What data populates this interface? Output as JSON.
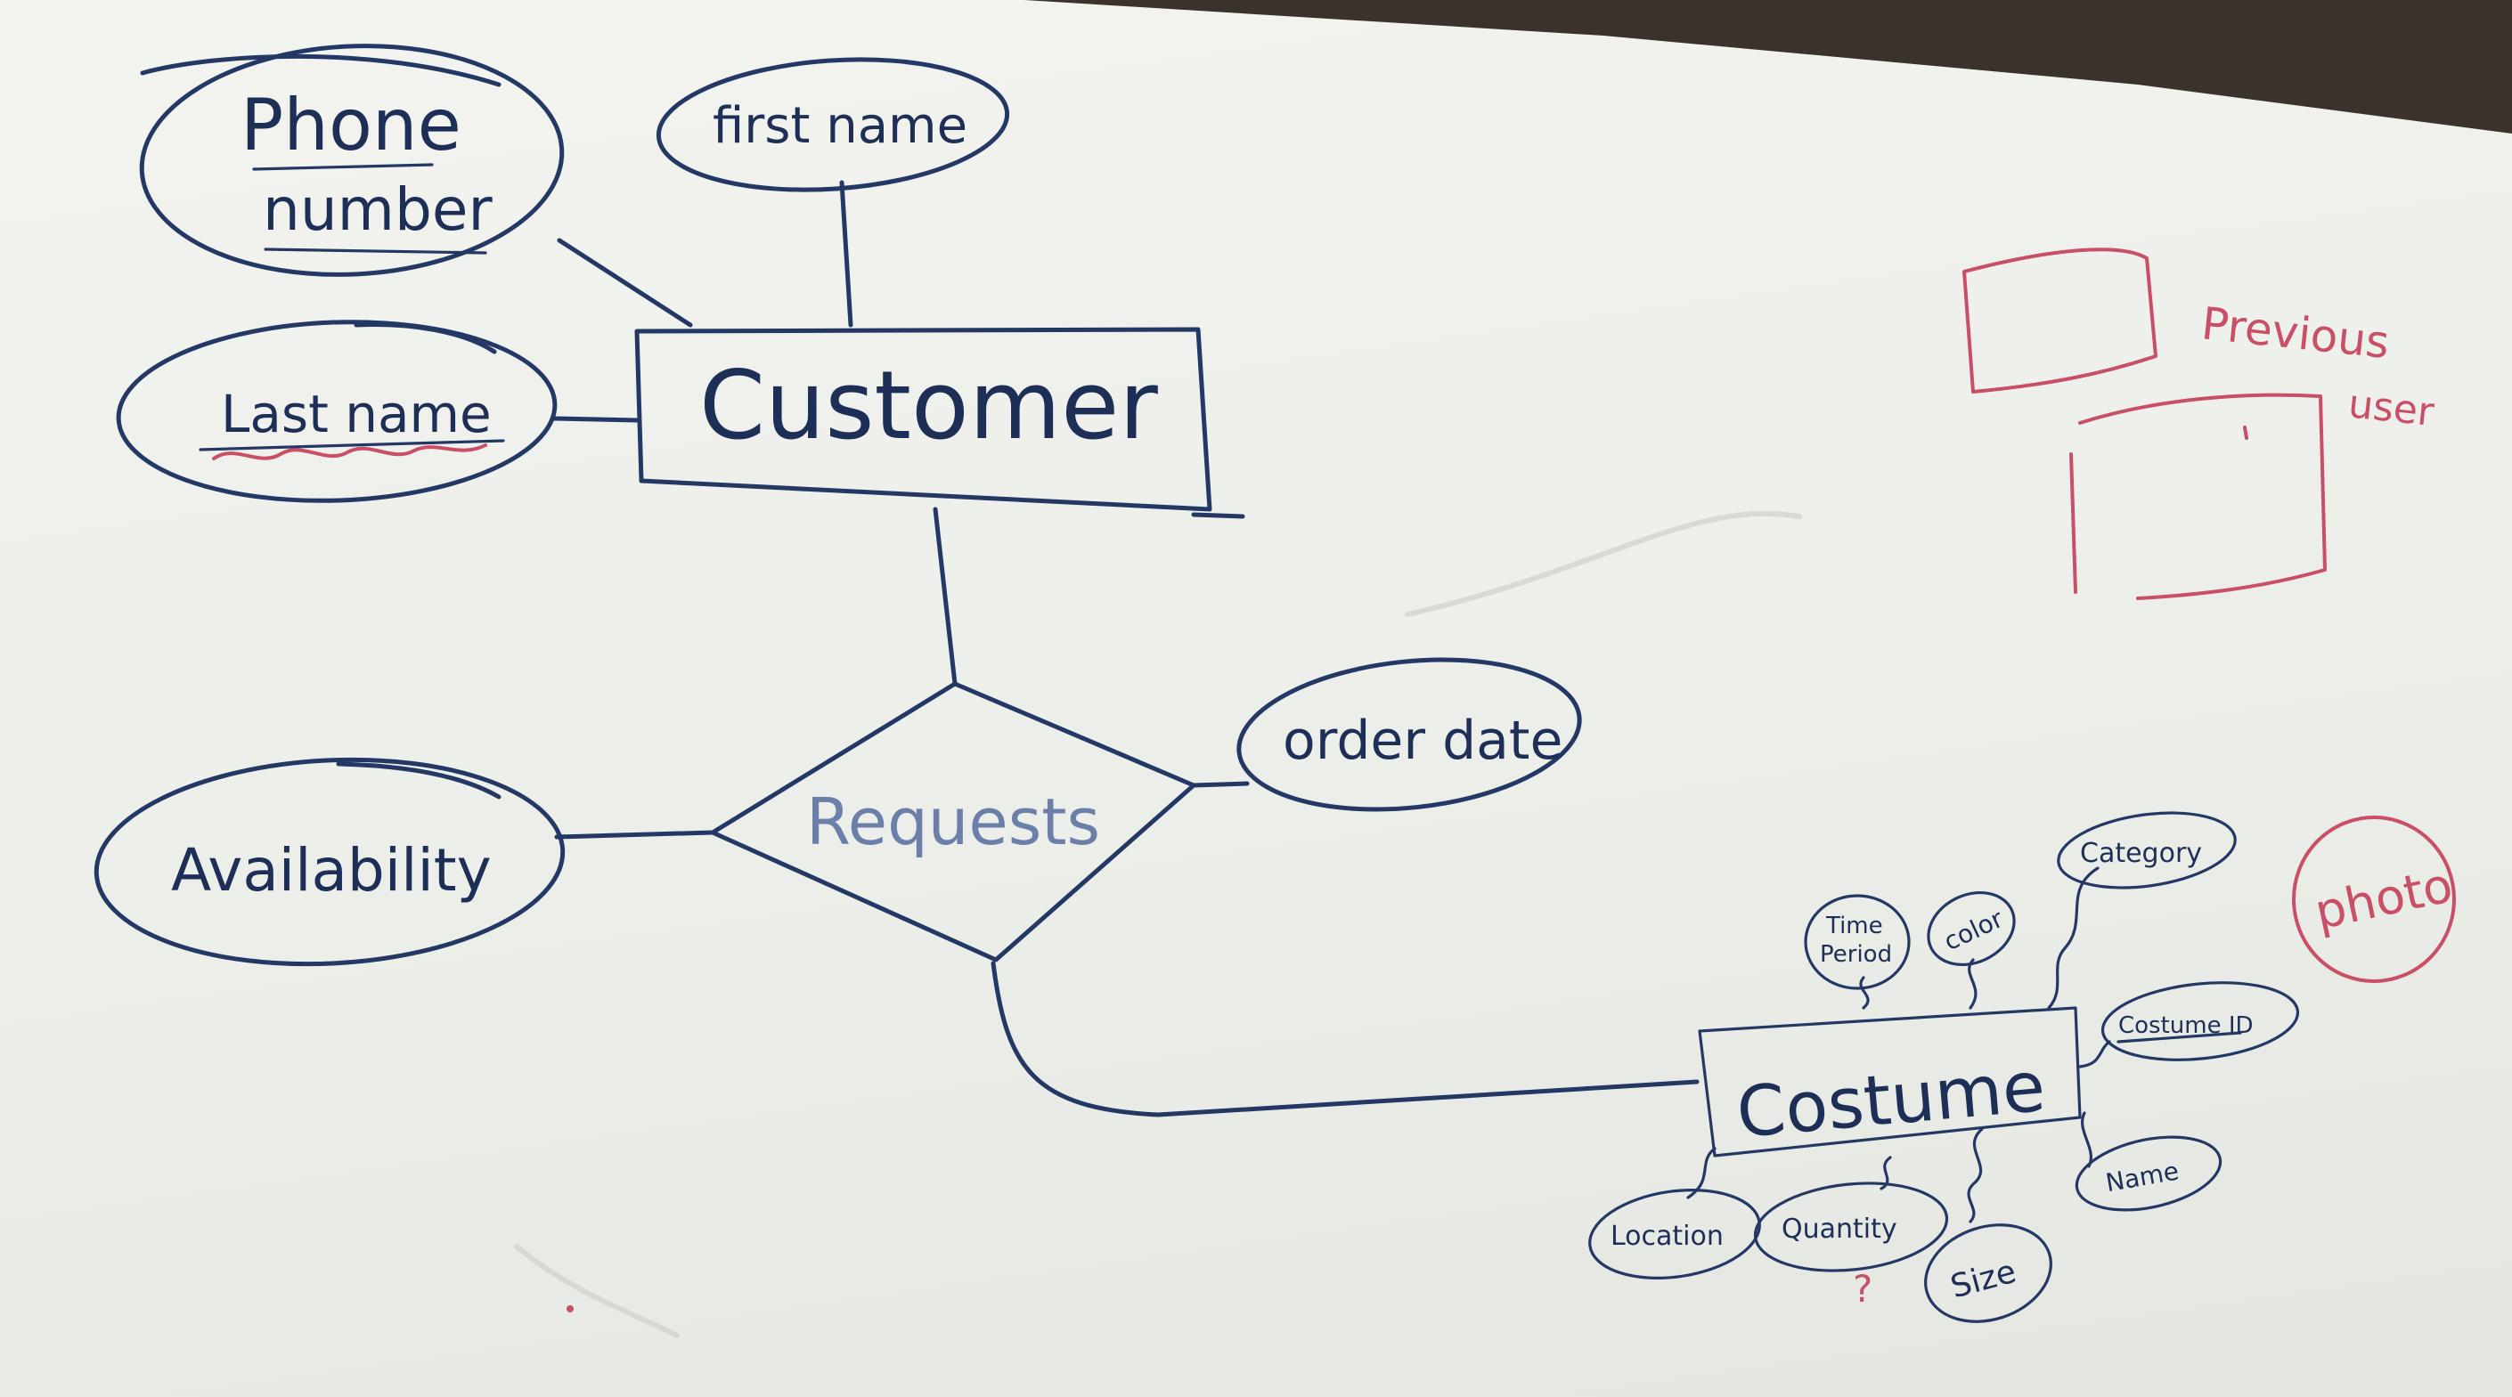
{
  "entities": {
    "customer": "Customer",
    "costume": "Costume"
  },
  "relationship": {
    "requests": "Requests"
  },
  "attributes": {
    "phone_number_line1": "Phone",
    "phone_number_line2": "number",
    "first_name": "first name",
    "last_name": "Last name",
    "order_date": "order date",
    "availability": "Availability",
    "time_period_line1": "Time",
    "time_period_line2": "Period",
    "color": "color",
    "category": "Category",
    "costume_id": "Costume ID",
    "name": "Name",
    "size": "Size",
    "quantity": "Quantity",
    "location": "Location"
  },
  "notes": {
    "quantity_question": "?",
    "previous_line1": "Previous",
    "previous_line2": "user",
    "photo": "photo"
  },
  "colors": {
    "ink": "#243865",
    "red_marker": "#c94f66",
    "board": "#eceee9"
  }
}
